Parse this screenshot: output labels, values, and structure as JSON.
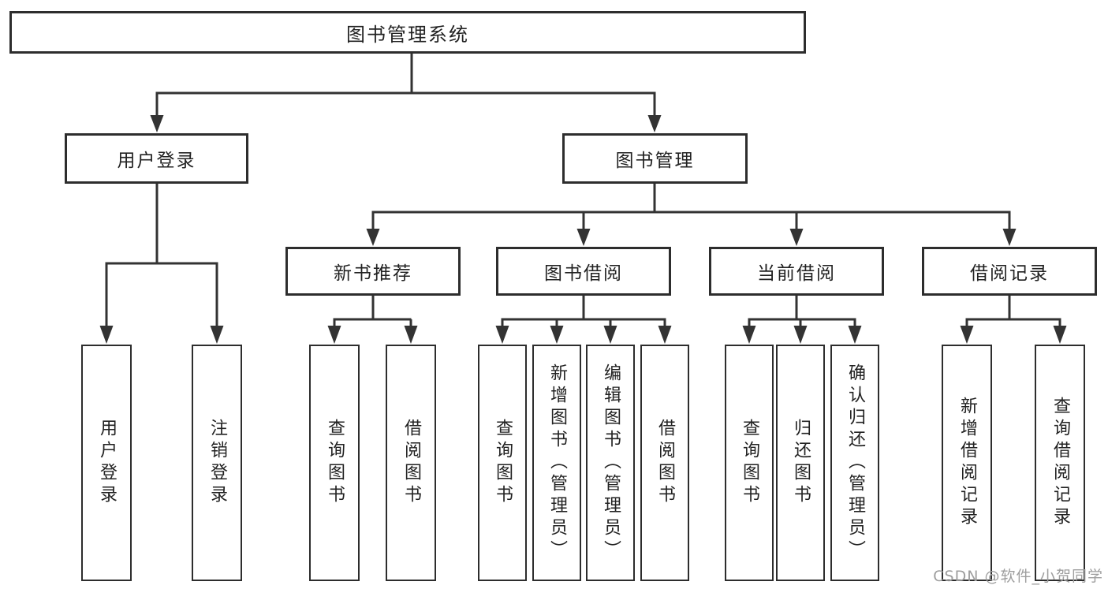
{
  "nodes": {
    "root": "图书管理系统",
    "user_login_group": "用户登录",
    "book_management": "图书管理",
    "new_book_recommend": "新书推荐",
    "book_borrowing": "图书借阅",
    "current_borrowing": "当前借阅",
    "borrowing_records": "借阅记录",
    "user_login": "用户登录",
    "logout": "注销登录",
    "nbr_query_books": "查询图书",
    "nbr_borrow_books": "借阅图书",
    "bb_query_books": "查询图书",
    "bb_add_books_admin": "新增图书（管理员）",
    "bb_edit_books_admin": "编辑图书（管理员）",
    "bb_borrow_books": "借阅图书",
    "cb_query_books": "查询图书",
    "cb_return_books": "归还图书",
    "cb_confirm_return_admin": "确认归还（管理员）",
    "br_add_record": "新增借阅记录",
    "br_query_record": "查询借阅记录"
  },
  "hierarchy": {
    "图书管理系统": {
      "用户登录": [
        "用户登录",
        "注销登录"
      ],
      "图书管理": {
        "新书推荐": [
          "查询图书",
          "借阅图书"
        ],
        "图书借阅": [
          "查询图书",
          "新增图书（管理员）",
          "编辑图书（管理员）",
          "借阅图书"
        ],
        "当前借阅": [
          "查询图书",
          "归还图书",
          "确认归还（管理员）"
        ],
        "借阅记录": [
          "新增借阅记录",
          "查询借阅记录"
        ]
      }
    }
  },
  "watermark": "CSDN @软件_小贺同学",
  "colors": {
    "line": "#333333",
    "box_border": "#2d2d2d",
    "text": "#222222",
    "watermark": "#9e9e9e",
    "background": "#ffffff"
  }
}
